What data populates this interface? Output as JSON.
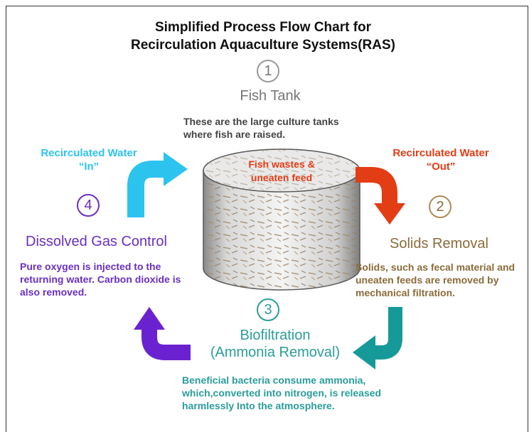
{
  "title": {
    "line1": "Simplified Process Flow Chart for",
    "line2": "Recirculation Aquaculture Systems(RAS)"
  },
  "stages": [
    {
      "number": "1",
      "title": "Fish Tank",
      "description_lines": [
        "These are the large culture tanks",
        "where fish  are raised."
      ]
    },
    {
      "number": "2",
      "title": "Solids Removal",
      "description_lines": [
        "Solids, such as fecal material and",
        "uneaten feeds are removed by",
        "mechanical filtration."
      ]
    },
    {
      "number": "3",
      "title_lines": [
        "Biofiltration",
        "(Ammonia Removal)"
      ],
      "description_lines": [
        "Beneficial bacteria consume ammonia,",
        "which,converted into nitrogen, is released",
        "harmlessly Into the atmosphere."
      ]
    },
    {
      "number": "4",
      "title": "Dissolved Gas Control",
      "description_lines": [
        "Pure oxygen is injected to the",
        "returning water. Carbon dioxide is",
        "also removed."
      ]
    }
  ],
  "tank_label_lines": [
    "Fish wastes &",
    "uneaten feed"
  ],
  "flows": {
    "in_lines": [
      "Recirculated Water",
      "“In”"
    ],
    "out_lines": [
      "Recirculated Water",
      "“Out”"
    ]
  },
  "colors": {
    "stage1": "#777777",
    "stage2": "#8B6B3A",
    "stage3": "#2A9D9A",
    "stage4": "#6A2FC0",
    "in_arrow": "#2CC3EE",
    "out_arrow": "#E23D14",
    "teal_arrow": "#169A99",
    "purple_arrow": "#6A22D0",
    "tank_label": "#E23D14",
    "in_text": "#2CC3EE",
    "out_text": "#E23D14"
  },
  "icons": {
    "arrow_in": "curved-arrow-up-right-icon",
    "arrow_out": "curved-arrow-down-icon",
    "arrow_bio": "curved-arrow-down-left-icon",
    "arrow_gas": "curved-arrow-up-icon",
    "tank": "fish-tank-icon"
  }
}
